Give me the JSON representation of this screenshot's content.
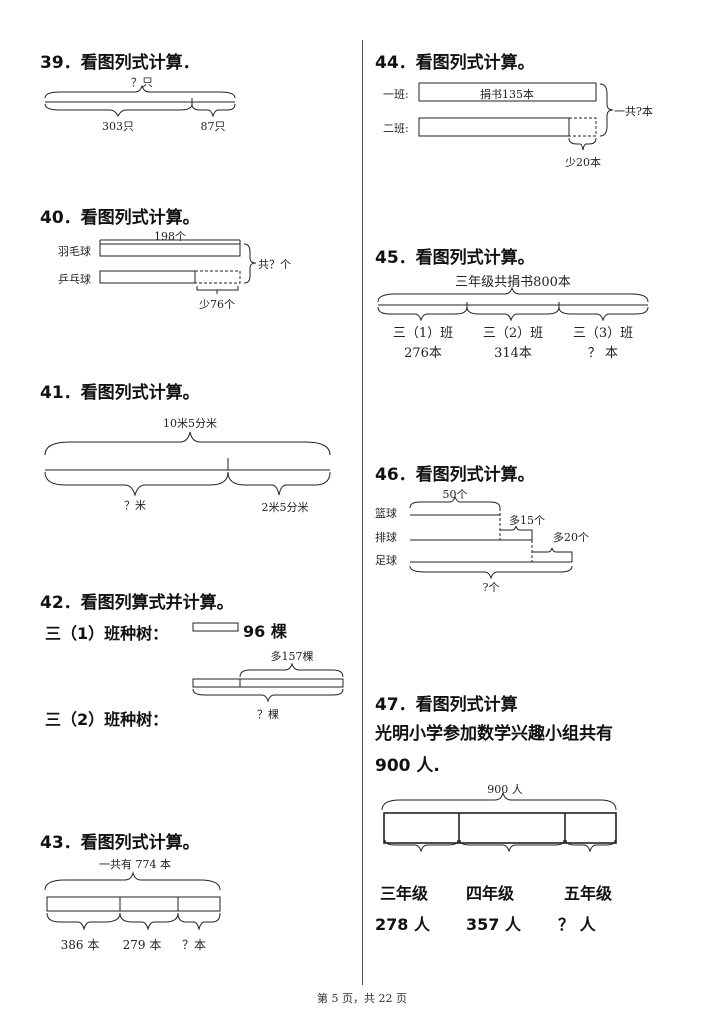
{
  "q39": {
    "title": "39．看图列式计算．",
    "top": "？只",
    "left": "303只",
    "right": "87只"
  },
  "q40": {
    "title": "40．看图列式计算。",
    "row1": "羽毛球",
    "row2": "乒乓球",
    "top": "198个",
    "total": "共？个",
    "less": "少76个"
  },
  "q41": {
    "title": "41．看图列式计算。",
    "top": "10米5分米",
    "left": "？米",
    "right": "2米5分米"
  },
  "q42": {
    "title": "42．看图列算式并计算。",
    "class1": "三（1）班种树：",
    "value1": "96 棵",
    "class2": "三（2）班种树：",
    "more": "多157棵",
    "unknown": "？棵"
  },
  "q43": {
    "title": "43．看图列式计算。",
    "top": "一共有 774 本",
    "v1": "386 本",
    "v2": "279 本",
    "v3": "？本"
  },
  "q44": {
    "title": "44．看图列式计算。",
    "row1": "一班:",
    "row2": "二班:",
    "bar": "捐书135本",
    "total": "一共?本",
    "less": "少20本"
  },
  "q45": {
    "title": "45．看图列式计算。",
    "top": "三年级共捐书800本",
    "c1": "三（1）班",
    "c2": "三（2）班",
    "c3": "三（3）班",
    "v1": "276本",
    "v2": "314本",
    "v3": "？ 本"
  },
  "q46": {
    "title": "46．看图列式计算。",
    "row1": "篮球",
    "row2": "排球",
    "row3": "足球",
    "top": "50个",
    "more1": "多15个",
    "more2": "多20个",
    "total": "?个"
  },
  "q47": {
    "title": "47．看图列式计算",
    "line1": "光明小学参加数学兴趣小组共有",
    "line2": "900 人.",
    "top": "900 人",
    "g1": "三年级",
    "g2": "四年级",
    "g3": "五年级",
    "v1": "278 人",
    "v2": "357 人",
    "v3": "？ 人"
  },
  "footer": "第 5 页，共 22 页"
}
